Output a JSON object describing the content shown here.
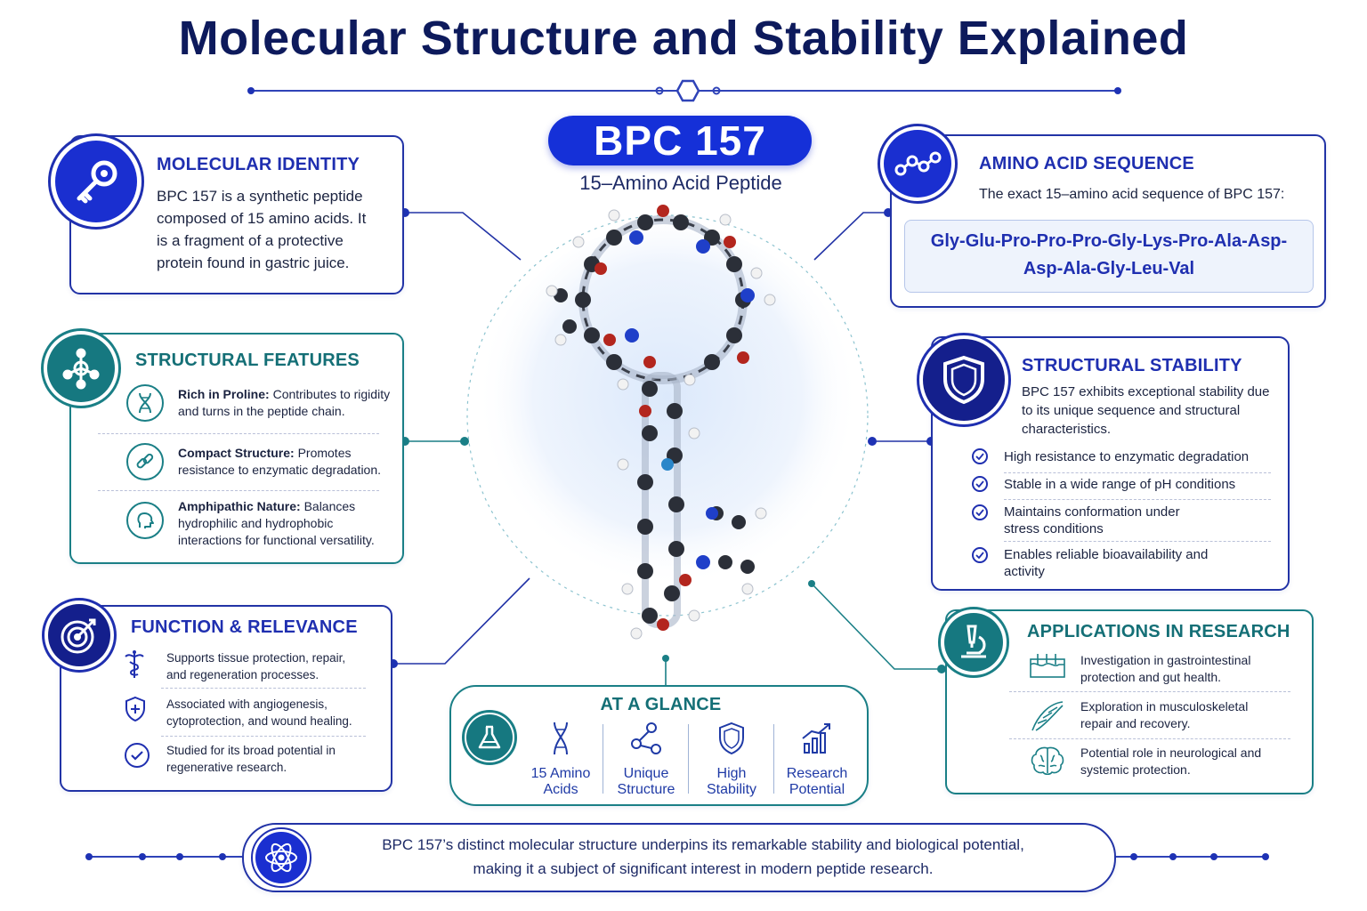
{
  "title": "Molecular Structure and Stability Explained",
  "hero": {
    "name": "BPC 157",
    "subtitle": "15–Amino Acid Peptide"
  },
  "molecular_identity": {
    "heading": "MOLECULAR IDENTITY",
    "text": "BPC 157 is a synthetic peptide composed of 15 amino acids. It is a fragment of a protective protein found in gastric juice.",
    "icon": "key-icon"
  },
  "amino_acid_sequence": {
    "heading": "AMINO ACID SEQUENCE",
    "intro": "The exact 15–amino acid sequence of BPC 157:",
    "line1": "Gly-Glu-Pro-Pro-Pro-Gly-Lys-Pro-Ala-Asp-",
    "line2": "Asp-Ala-Gly-Leu-Val",
    "icon": "chain-icon"
  },
  "structural_features": {
    "heading": "STRUCTURAL FEATURES",
    "icon": "molecule-icon",
    "items": [
      {
        "bold": "Rich in Proline:",
        "text": " Contributes to rigidity and turns in the peptide chain.",
        "icon": "dna-icon"
      },
      {
        "bold": "Compact Structure:",
        "text": " Promotes resistance to enzymatic degradation.",
        "icon": "link-icon"
      },
      {
        "bold": "Amphipathic Nature:",
        "text": " Balances hydrophilic and hydrophobic interactions for functional versatility.",
        "icon": "head-icon"
      }
    ]
  },
  "structural_stability": {
    "heading": "STRUCTURAL STABILITY",
    "intro": "BPC 157 exhibits exceptional stability due to its unique sequence and structural characteristics.",
    "icon": "shield-icon",
    "items": [
      "High resistance to enzymatic degradation",
      "Stable in a wide range of pH conditions",
      "Maintains conformation under stress conditions",
      "Enables reliable bioavailability and activity"
    ]
  },
  "function_relevance": {
    "heading": "FUNCTION & RELEVANCE",
    "icon": "target-icon",
    "items": [
      {
        "text": "Supports tissue protection, repair, and regeneration processes.",
        "icon": "caduceus-icon"
      },
      {
        "text": "Associated with angiogenesis, cytoprotection, and wound healing.",
        "icon": "shield-plus-icon"
      },
      {
        "text": "Studied for its broad potential in regenerative research.",
        "icon": "check-icon"
      }
    ]
  },
  "applications": {
    "heading": "APPLICATIONS IN RESEARCH",
    "icon": "microscope-icon",
    "items": [
      {
        "text": "Investigation in gastrointestinal protection and gut health.",
        "icon": "tissue-icon"
      },
      {
        "text": "Exploration in musculoskeletal repair and recovery.",
        "icon": "muscle-icon"
      },
      {
        "text": "Potential role in neurological and systemic protection.",
        "icon": "brain-icon"
      }
    ]
  },
  "at_a_glance": {
    "heading": "AT A GLANCE",
    "icon": "flask-icon",
    "items": [
      {
        "line1": "15 Amino",
        "line2": "Acids",
        "icon": "dna-icon"
      },
      {
        "line1": "Unique",
        "line2": "Structure",
        "icon": "molecule-icon"
      },
      {
        "line1": "High",
        "line2": "Stability",
        "icon": "shield-icon"
      },
      {
        "line1": "Research",
        "line2": "Potential",
        "icon": "chart-icon"
      }
    ]
  },
  "footer": {
    "line1": "BPC 157’s distinct molecular structure underpins its remarkable stability and biological potential,",
    "line2": "making it a subject of significant interest in modern peptide research.",
    "icon": "atom-icon"
  },
  "colors": {
    "primary": "#1f2fb0",
    "navy": "#0d1a5c",
    "teal": "#1a7f86",
    "pill": "#1530d8"
  }
}
